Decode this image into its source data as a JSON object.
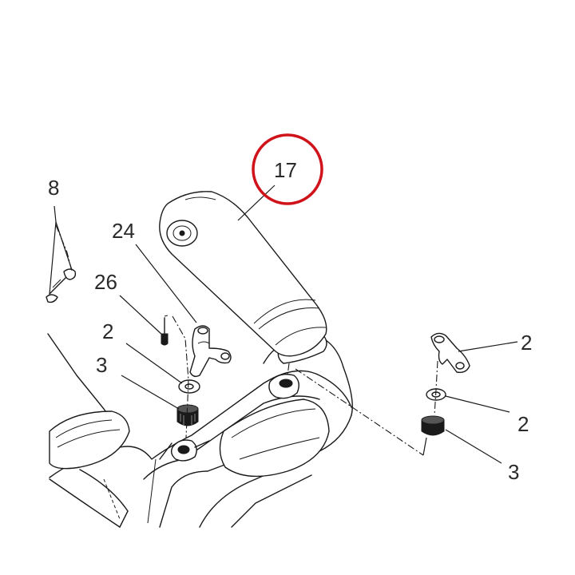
{
  "callouts": {
    "c17": "17",
    "c8": "8",
    "c24": "24",
    "c26": "26",
    "c2_left": "2",
    "c3_left": "3",
    "c2_right_top": "2",
    "c2_right_mid": "2",
    "c3_right": "3"
  },
  "highlight_color": "#d0121b"
}
